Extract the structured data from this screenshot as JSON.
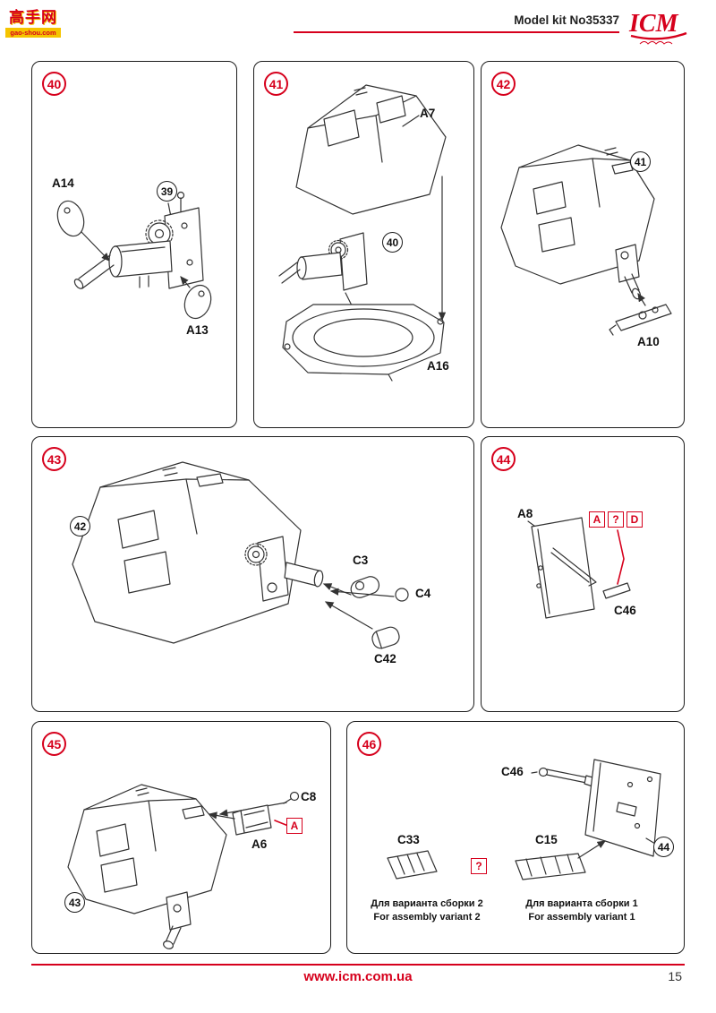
{
  "header": {
    "kit_label": "Model kit No35337",
    "brand": "ICM"
  },
  "watermark": {
    "title": "高手网",
    "url": "gao-shou.com"
  },
  "colors": {
    "accent_red": "#d6001c",
    "line_black": "#1c1c1c"
  },
  "steps": [
    {
      "number": "40",
      "part_labels": [
        "A14",
        "A13"
      ],
      "ref_callouts": [
        "39"
      ]
    },
    {
      "number": "41",
      "part_labels": [
        "A7",
        "A16"
      ],
      "ref_callouts": [
        "40"
      ]
    },
    {
      "number": "42",
      "part_labels": [
        "A10"
      ],
      "ref_callouts": [
        "41"
      ]
    },
    {
      "number": "43",
      "part_labels": [
        "C3",
        "C4",
        "C42"
      ],
      "ref_callouts": [
        "42"
      ]
    },
    {
      "number": "44",
      "part_labels": [
        "A8",
        "C46"
      ],
      "option_boxes": [
        "A",
        "?",
        "D"
      ]
    },
    {
      "number": "45",
      "part_labels": [
        "C8",
        "A6"
      ],
      "ref_callouts": [
        "43"
      ],
      "option_boxes": [
        "A"
      ]
    },
    {
      "number": "46",
      "part_labels": [
        "C46",
        "C33",
        "C15"
      ],
      "ref_callouts": [
        "44"
      ],
      "option_boxes": [
        "?"
      ],
      "variant_notes": [
        {
          "ru": "Для варианта сборки 2",
          "en": "For assembly variant 2"
        },
        {
          "ru": "Для варианта сборки 1",
          "en": "For assembly variant 1"
        }
      ]
    }
  ],
  "footer": {
    "website": "www.icm.com.ua",
    "page_number": "15"
  }
}
